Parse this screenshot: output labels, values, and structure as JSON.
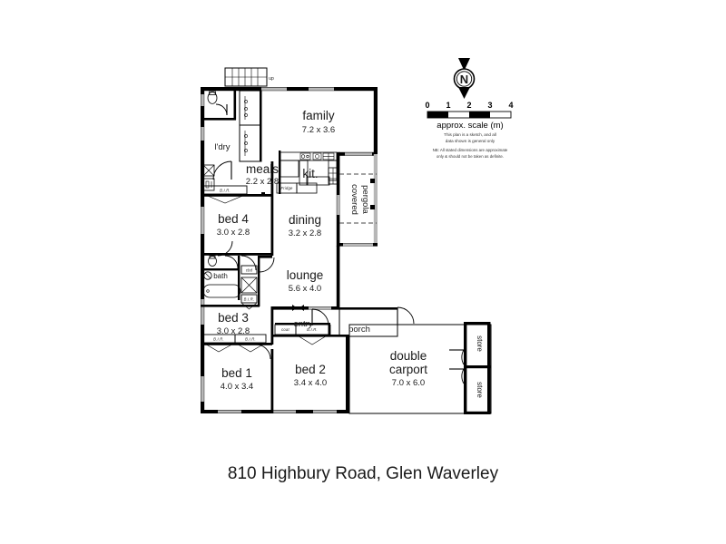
{
  "title": "810 Highbury Road, Glen Waverley",
  "scale": {
    "ticks": [
      "0",
      "1",
      "2",
      "3",
      "4"
    ],
    "caption": "approx. scale (m)",
    "note_line1": "This plan is a sketch, and all",
    "note_line2": "data shown is general only",
    "note_line3": "NB: All stated dimensions are approximate",
    "note_line4": "only & should not be taken as definite.",
    "compass_label": "N"
  },
  "rooms": [
    {
      "id": "family",
      "name": "family",
      "dim": "7.2 x 3.6"
    },
    {
      "id": "meals",
      "name": "meals",
      "dim": "2.2 x 2.8"
    },
    {
      "id": "kit",
      "name": "kit.",
      "dim": ""
    },
    {
      "id": "dining",
      "name": "dining",
      "dim": "3.2 x 2.8"
    },
    {
      "id": "lounge",
      "name": "lounge",
      "dim": "5.6 x 4.0"
    },
    {
      "id": "bed4",
      "name": "bed 4",
      "dim": "3.0 x 2.8"
    },
    {
      "id": "bed3",
      "name": "bed 3",
      "dim": "3.0 x 2.8"
    },
    {
      "id": "bed1",
      "name": "bed 1",
      "dim": "4.0 x 3.4"
    },
    {
      "id": "bed2",
      "name": "bed 2",
      "dim": "3.4 x 4.0"
    },
    {
      "id": "carport",
      "name_line1": "double",
      "name_line2": "carport",
      "dim": "7.0 x 6.0"
    }
  ],
  "labels": {
    "laundry": "l'dry",
    "bath": "bath",
    "entry": "entry",
    "porch": "porch",
    "pergola_line1": "covered",
    "pergola_line2": "pergola",
    "store_top": "store",
    "store_bottom": "store",
    "stairs_up": "up",
    "fridge": "Fridge",
    "coat": "coat",
    "bir": "B.I.R.",
    "wc_small": "cbd"
  },
  "colors": {
    "wall": "#000000",
    "window": "#b7b7b7",
    "text": "#1a1a1a",
    "background": "#ffffff",
    "dashed": "#444444"
  }
}
